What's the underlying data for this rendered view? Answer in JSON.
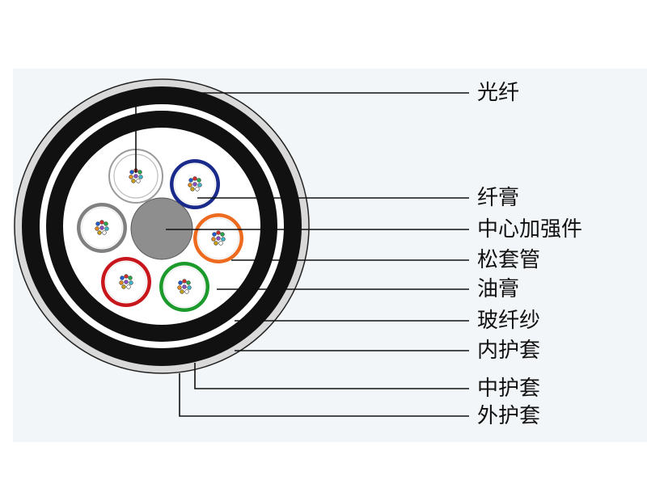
{
  "labels": {
    "fiber": "光纤",
    "fiber_paste": "纤膏",
    "central_strength_member": "中心加强件",
    "loose_tube": "松套管",
    "cable_grease": "油膏",
    "glass_yarn": "玻纤纱",
    "inner_sheath": "内护套",
    "middle_sheath": "中护套",
    "outer_sheath": "外护套"
  },
  "colors": {
    "sheath_black": "#111111",
    "outer_gray": "#d9d9d9",
    "tube_white": "#f2f2f2",
    "tube_blue": "#1a2a8a",
    "tube_gray": "#808080",
    "tube_orange": "#ee6a1f",
    "tube_red": "#c8161d",
    "tube_green": "#1c9a2c",
    "center_member": "#8e8e8e",
    "leader_line": "#111111"
  }
}
